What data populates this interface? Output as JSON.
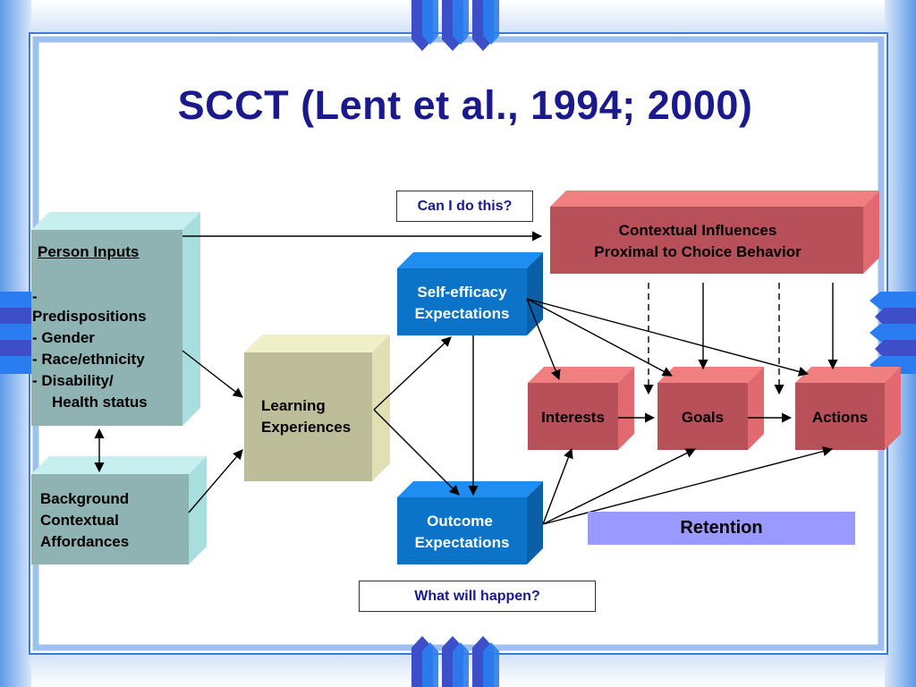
{
  "slide": {
    "title": "SCCT (Lent et al., 1994; 2000)"
  },
  "person_inputs": {
    "heading": "Person Inputs",
    "items": [
      "-",
      "Predispositions",
      "- Gender",
      "- Race/ethnicity",
      "- Disability/",
      "Health status"
    ]
  },
  "background": {
    "lines": [
      "Background",
      "Contextual",
      "Affordances"
    ]
  },
  "learning": {
    "lines": [
      "Learning",
      "Experiences"
    ]
  },
  "self_efficacy": {
    "lines": [
      "Self-efficacy",
      "Expectations"
    ]
  },
  "outcome": {
    "lines": [
      "Outcome",
      "Expectations"
    ]
  },
  "contextual": {
    "lines": [
      "Contextual Influences",
      "Proximal to Choice Behavior"
    ]
  },
  "interests": {
    "label": "Interests"
  },
  "goals": {
    "label": "Goals"
  },
  "actions": {
    "label": "Actions"
  },
  "retention": {
    "label": "Retention"
  },
  "questions": {
    "can_i": "Can I do this?",
    "what_will": "What will happen?"
  },
  "colors": {
    "frame_blue": "#3366cc",
    "teal_box": "#8fb3b3",
    "khaki_box": "#bdbd9a",
    "blue_box": "#0b73c8",
    "red_box": "#b8505a",
    "retention": "#9999ff",
    "title": "#1a1a8c"
  }
}
